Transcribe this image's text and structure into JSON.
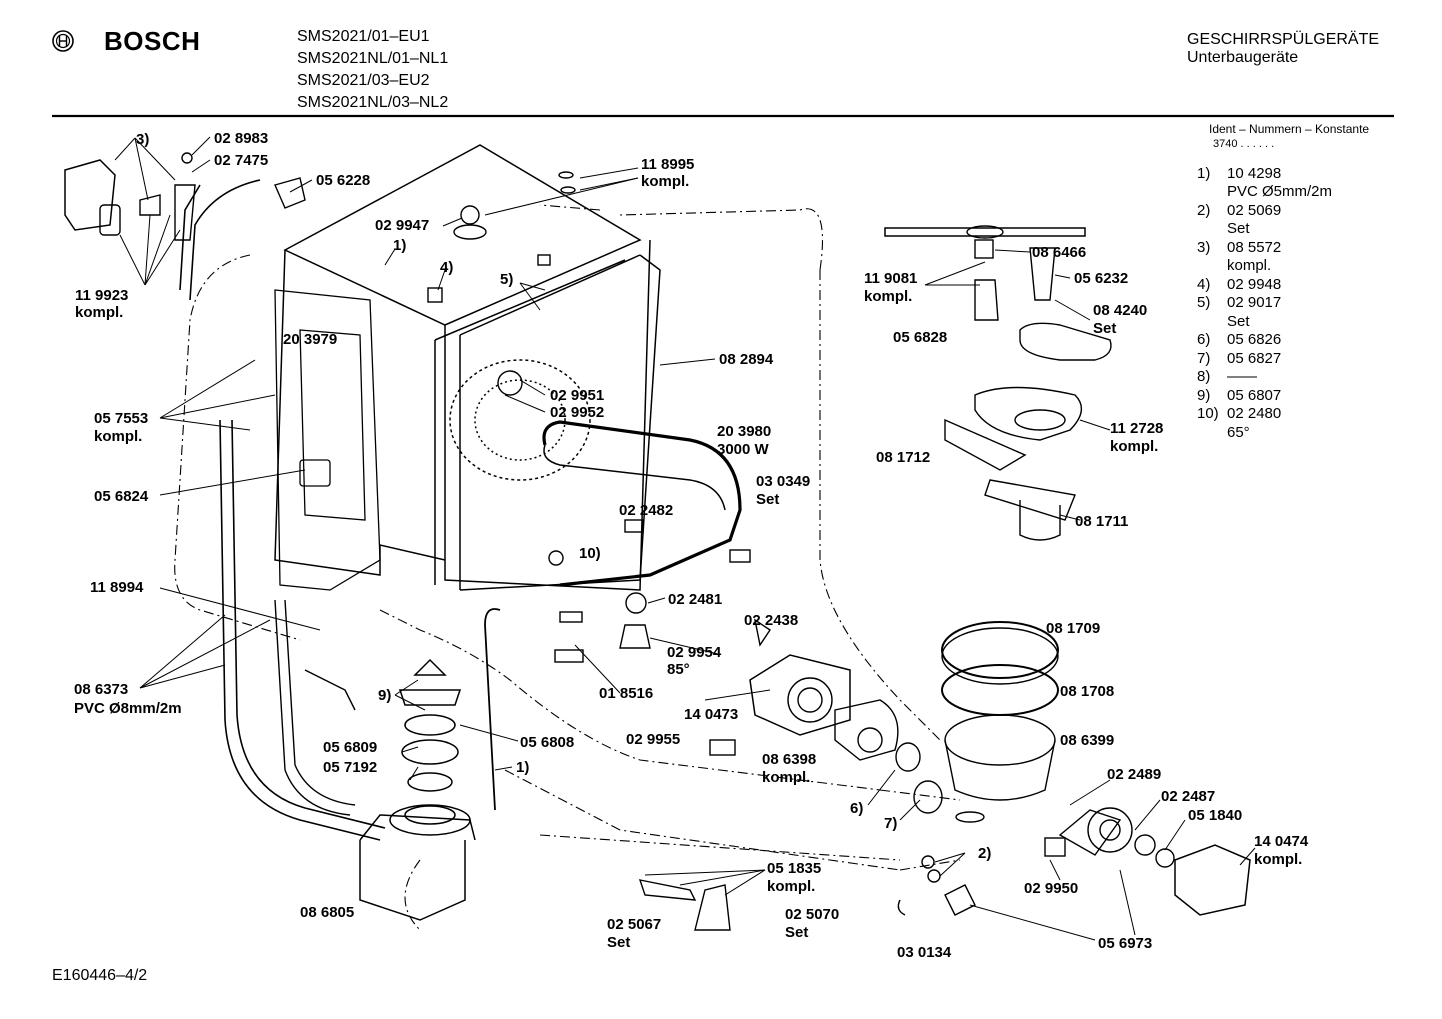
{
  "header": {
    "brand": "BOSCH",
    "models": [
      "SMS2021/01–EU1",
      "SMS2021NL/01–NL1",
      "SMS2021/03–EU2",
      "SMS2021NL/03–NL2"
    ],
    "category": "GESCHIRRSPÜLGERÄTE",
    "subcategory": "Unterbaugeräte"
  },
  "ident": {
    "title": "Ident – Nummern – Konstante",
    "value": "3740 . . . . . ."
  },
  "legend": [
    {
      "num": "1)",
      "lines": [
        "10 4298",
        "PVC Ø5mm/2m"
      ]
    },
    {
      "num": "2)",
      "lines": [
        "02 5069",
        "Set"
      ]
    },
    {
      "num": "3)",
      "lines": [
        "08 5572",
        "kompl."
      ]
    },
    {
      "num": "4)",
      "lines": [
        "02 9948"
      ]
    },
    {
      "num": "5)",
      "lines": [
        "02 9017",
        "Set"
      ]
    },
    {
      "num": "6)",
      "lines": [
        "05 6826"
      ]
    },
    {
      "num": "7)",
      "lines": [
        "05 6827"
      ]
    },
    {
      "num": "8)",
      "lines": [
        "——"
      ]
    },
    {
      "num": "9)",
      "lines": [
        "05 6807"
      ]
    },
    {
      "num": "10)",
      "lines": [
        "02 2480",
        "65°"
      ]
    }
  ],
  "labels": {
    "p3": "3)",
    "p028983": "02 8983",
    "p027475": "02 7475",
    "p056228": "05 6228",
    "p119923a": "11 9923",
    "p119923b": "kompl.",
    "p1": "1)",
    "p4": "4)",
    "p029947": "02 9947",
    "p118995a": "11 8995",
    "p118995b": "kompl.",
    "p5": "5)",
    "p203979": "20 3979",
    "p082894": "08 2894",
    "p057553a": "05 7553",
    "p057553b": "kompl.",
    "p029951": "02 9951",
    "p029952": "02 9952",
    "p203980a": "20 3980",
    "p203980b": "3000 W",
    "p030349a": "03 0349",
    "p030349b": "Set",
    "p056824": "05 6824",
    "p022482": "02 2482",
    "p10": "10)",
    "p118994": "11 8994",
    "p022481": "02 2481",
    "p022438": "02 2438",
    "p029954a": "02 9954",
    "p029954b": "85°",
    "p086373a": "08 6373",
    "p086373b": "PVC Ø8mm/2m",
    "p9": "9)",
    "p018516": "01 8516",
    "p140473": "14 0473",
    "p056809": "05 6809",
    "p057192": "05 7192",
    "p056808": "05 6808",
    "p1b": "1)",
    "p029955": "02 9955",
    "p086398a": "08 6398",
    "p086398b": "kompl.",
    "p6": "6)",
    "p7": "7)",
    "p086466": "08 6466",
    "p119081a": "11 9081",
    "p119081b": "kompl.",
    "p056232": "05 6232",
    "p084240a": "08 4240",
    "p084240b": "Set",
    "p056828": "05 6828",
    "p112728a": "11 2728",
    "p112728b": "kompl.",
    "p081712": "08 1712",
    "p081711": "08 1711",
    "p081709": "08 1709",
    "p081708": "08 1708",
    "p086399": "08 6399",
    "p022489": "02 2489",
    "p022487": "02 2487",
    "p051840": "05 1840",
    "p140474a": "14 0474",
    "p140474b": "kompl.",
    "p2": "2)",
    "p029950": "02 9950",
    "p051835a": "05 1835",
    "p051835b": "kompl.",
    "p086805": "08 6805",
    "p025067a": "02 5067",
    "p025067b": "Set",
    "p025070a": "02 5070",
    "p025070b": "Set",
    "p030134": "03 0134",
    "p056973": "05 6973"
  },
  "footer": {
    "code": "E160446–4/2"
  }
}
